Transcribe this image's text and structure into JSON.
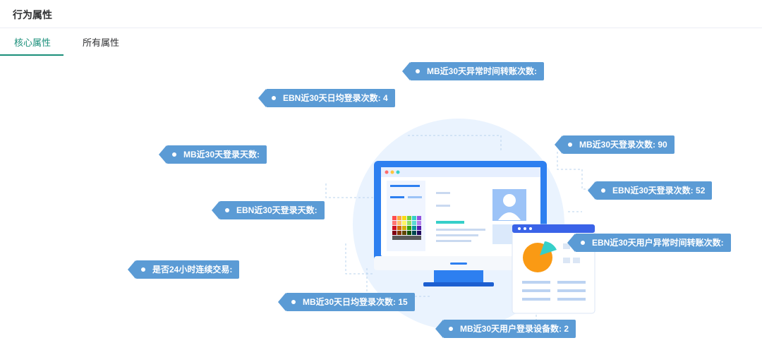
{
  "header": {
    "title": "行为属性"
  },
  "tabs": [
    {
      "label": "核心属性",
      "active": true
    },
    {
      "label": "所有属性",
      "active": false
    }
  ],
  "colors": {
    "accent": "#1a8f7a",
    "tag_bg": "#5b9bd5",
    "monitor": "#2d7ff0"
  },
  "tags": [
    {
      "text": "MB近30天异常时间转账次数:"
    },
    {
      "text": "EBN近30天日均登录次数: 4"
    },
    {
      "text": "MB近30天登录天数:"
    },
    {
      "text": "MB近30天登录次数: 90"
    },
    {
      "text": "EBN近30天登录次数: 52"
    },
    {
      "text": "EBN近30天登录天数:"
    },
    {
      "text": "EBN近30天用户异常时间转账次数:"
    },
    {
      "text": "是否24小时连续交易:"
    },
    {
      "text": "MB近30天日均登录次数: 15"
    },
    {
      "text": "MB近30天用户登录设备数: 2"
    }
  ]
}
